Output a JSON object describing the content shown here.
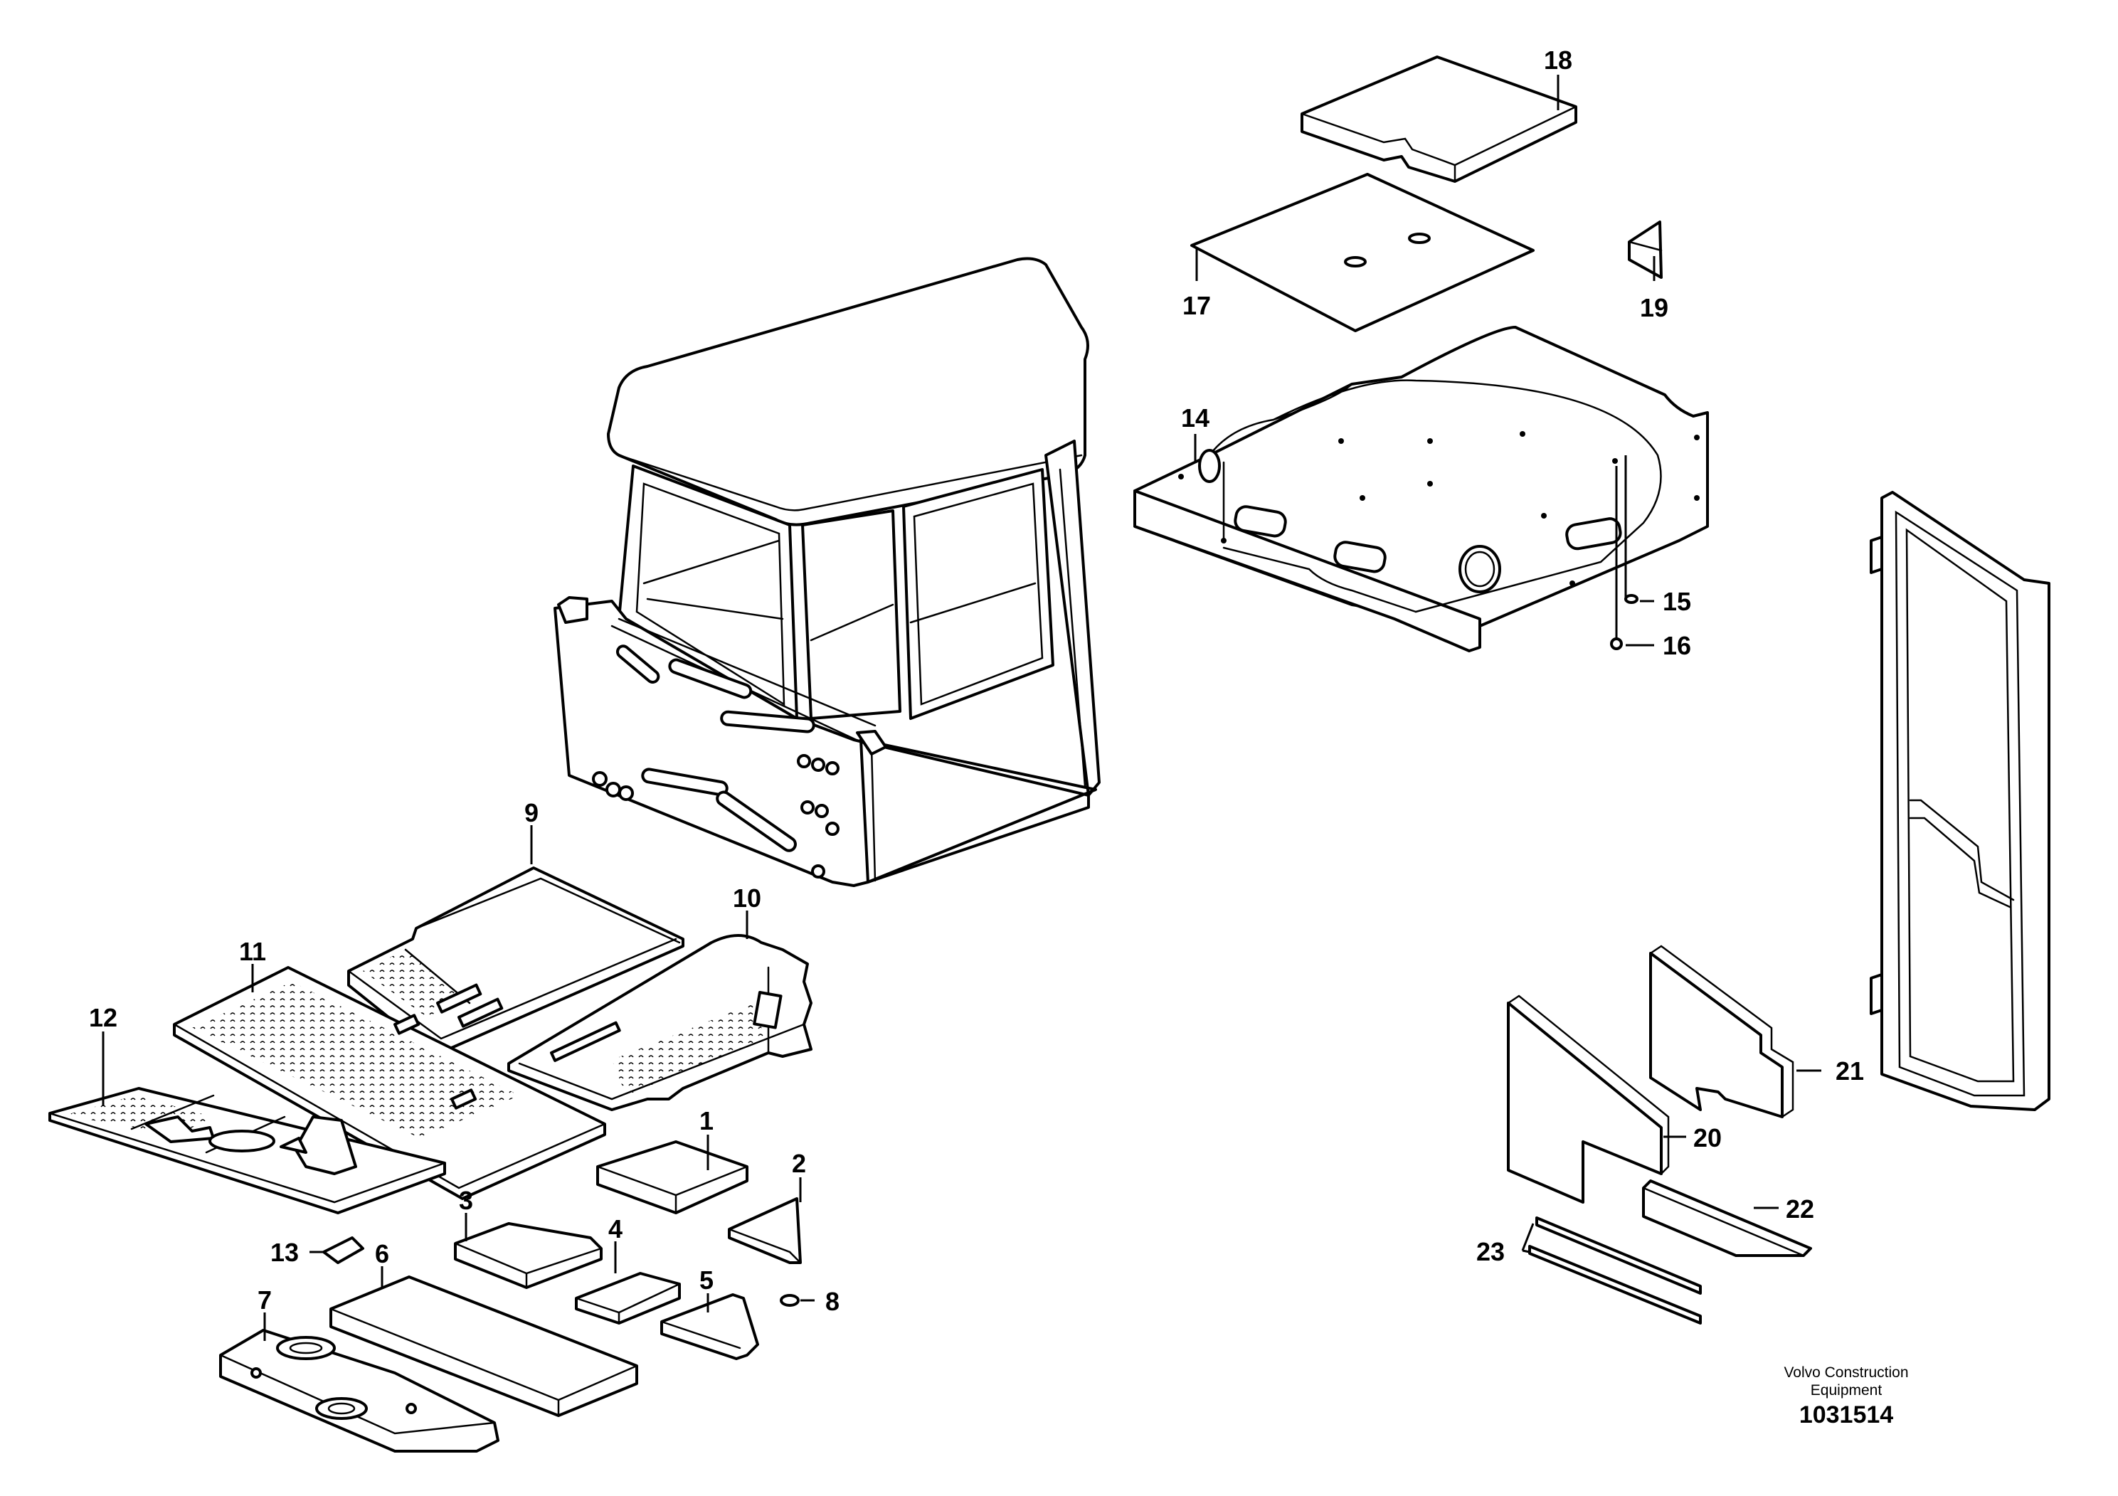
{
  "callouts": [
    "1",
    "2",
    "3",
    "4",
    "5",
    "6",
    "7",
    "8",
    "9",
    "10",
    "11",
    "12",
    "13",
    "14",
    "15",
    "16",
    "17",
    "18",
    "19",
    "20",
    "21",
    "22",
    "23"
  ],
  "footer": {
    "brand_line1": "Volvo Construction",
    "brand_line2": "Equipment",
    "document_number": "1031514"
  }
}
